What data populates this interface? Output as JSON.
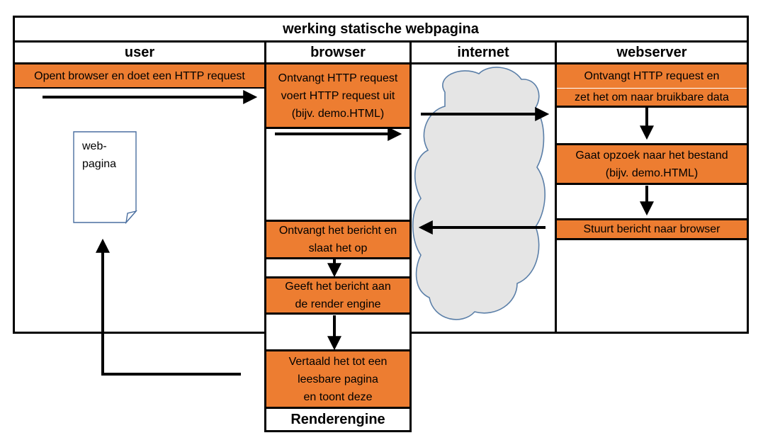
{
  "title": "werking statische webpagina",
  "columns": {
    "user": "user",
    "browser": "browser",
    "internet": "internet",
    "webserver": "webserver"
  },
  "user": {
    "step": "Opent browser en doet een HTTP request",
    "doc_line1": "web-",
    "doc_line2": "pagina"
  },
  "browser": {
    "step1_line1": "Ontvangt HTTP request",
    "step1_line2": "voert HTTP request uit",
    "step1_line3": "(bijv. demo.HTML)",
    "step2_line1": "Ontvangt het bericht en",
    "step2_line2": "slaat het op",
    "step3_line1": "Geeft het bericht aan",
    "step3_line2": "de render engine",
    "step4_line1": "Vertaald het tot een",
    "step4_line2": "leesbare pagina",
    "step4_line3": "en toont deze",
    "renderengine": "Renderengine"
  },
  "webserver": {
    "step1_line1": "Ontvangt HTTP request en",
    "step1_line2": "zet het om naar bruikbare data",
    "step2_line1": "Gaat opzoek naar het bestand",
    "step2_line2": "(bijv. demo.HTML)",
    "step3": "Stuurt bericht naar browser"
  },
  "colors": {
    "box_fill": "#ED7D31",
    "cloud_fill": "#E5E5E5",
    "cloud_stroke": "#5B7FA8",
    "doc_stroke": "#4A6FA0"
  }
}
